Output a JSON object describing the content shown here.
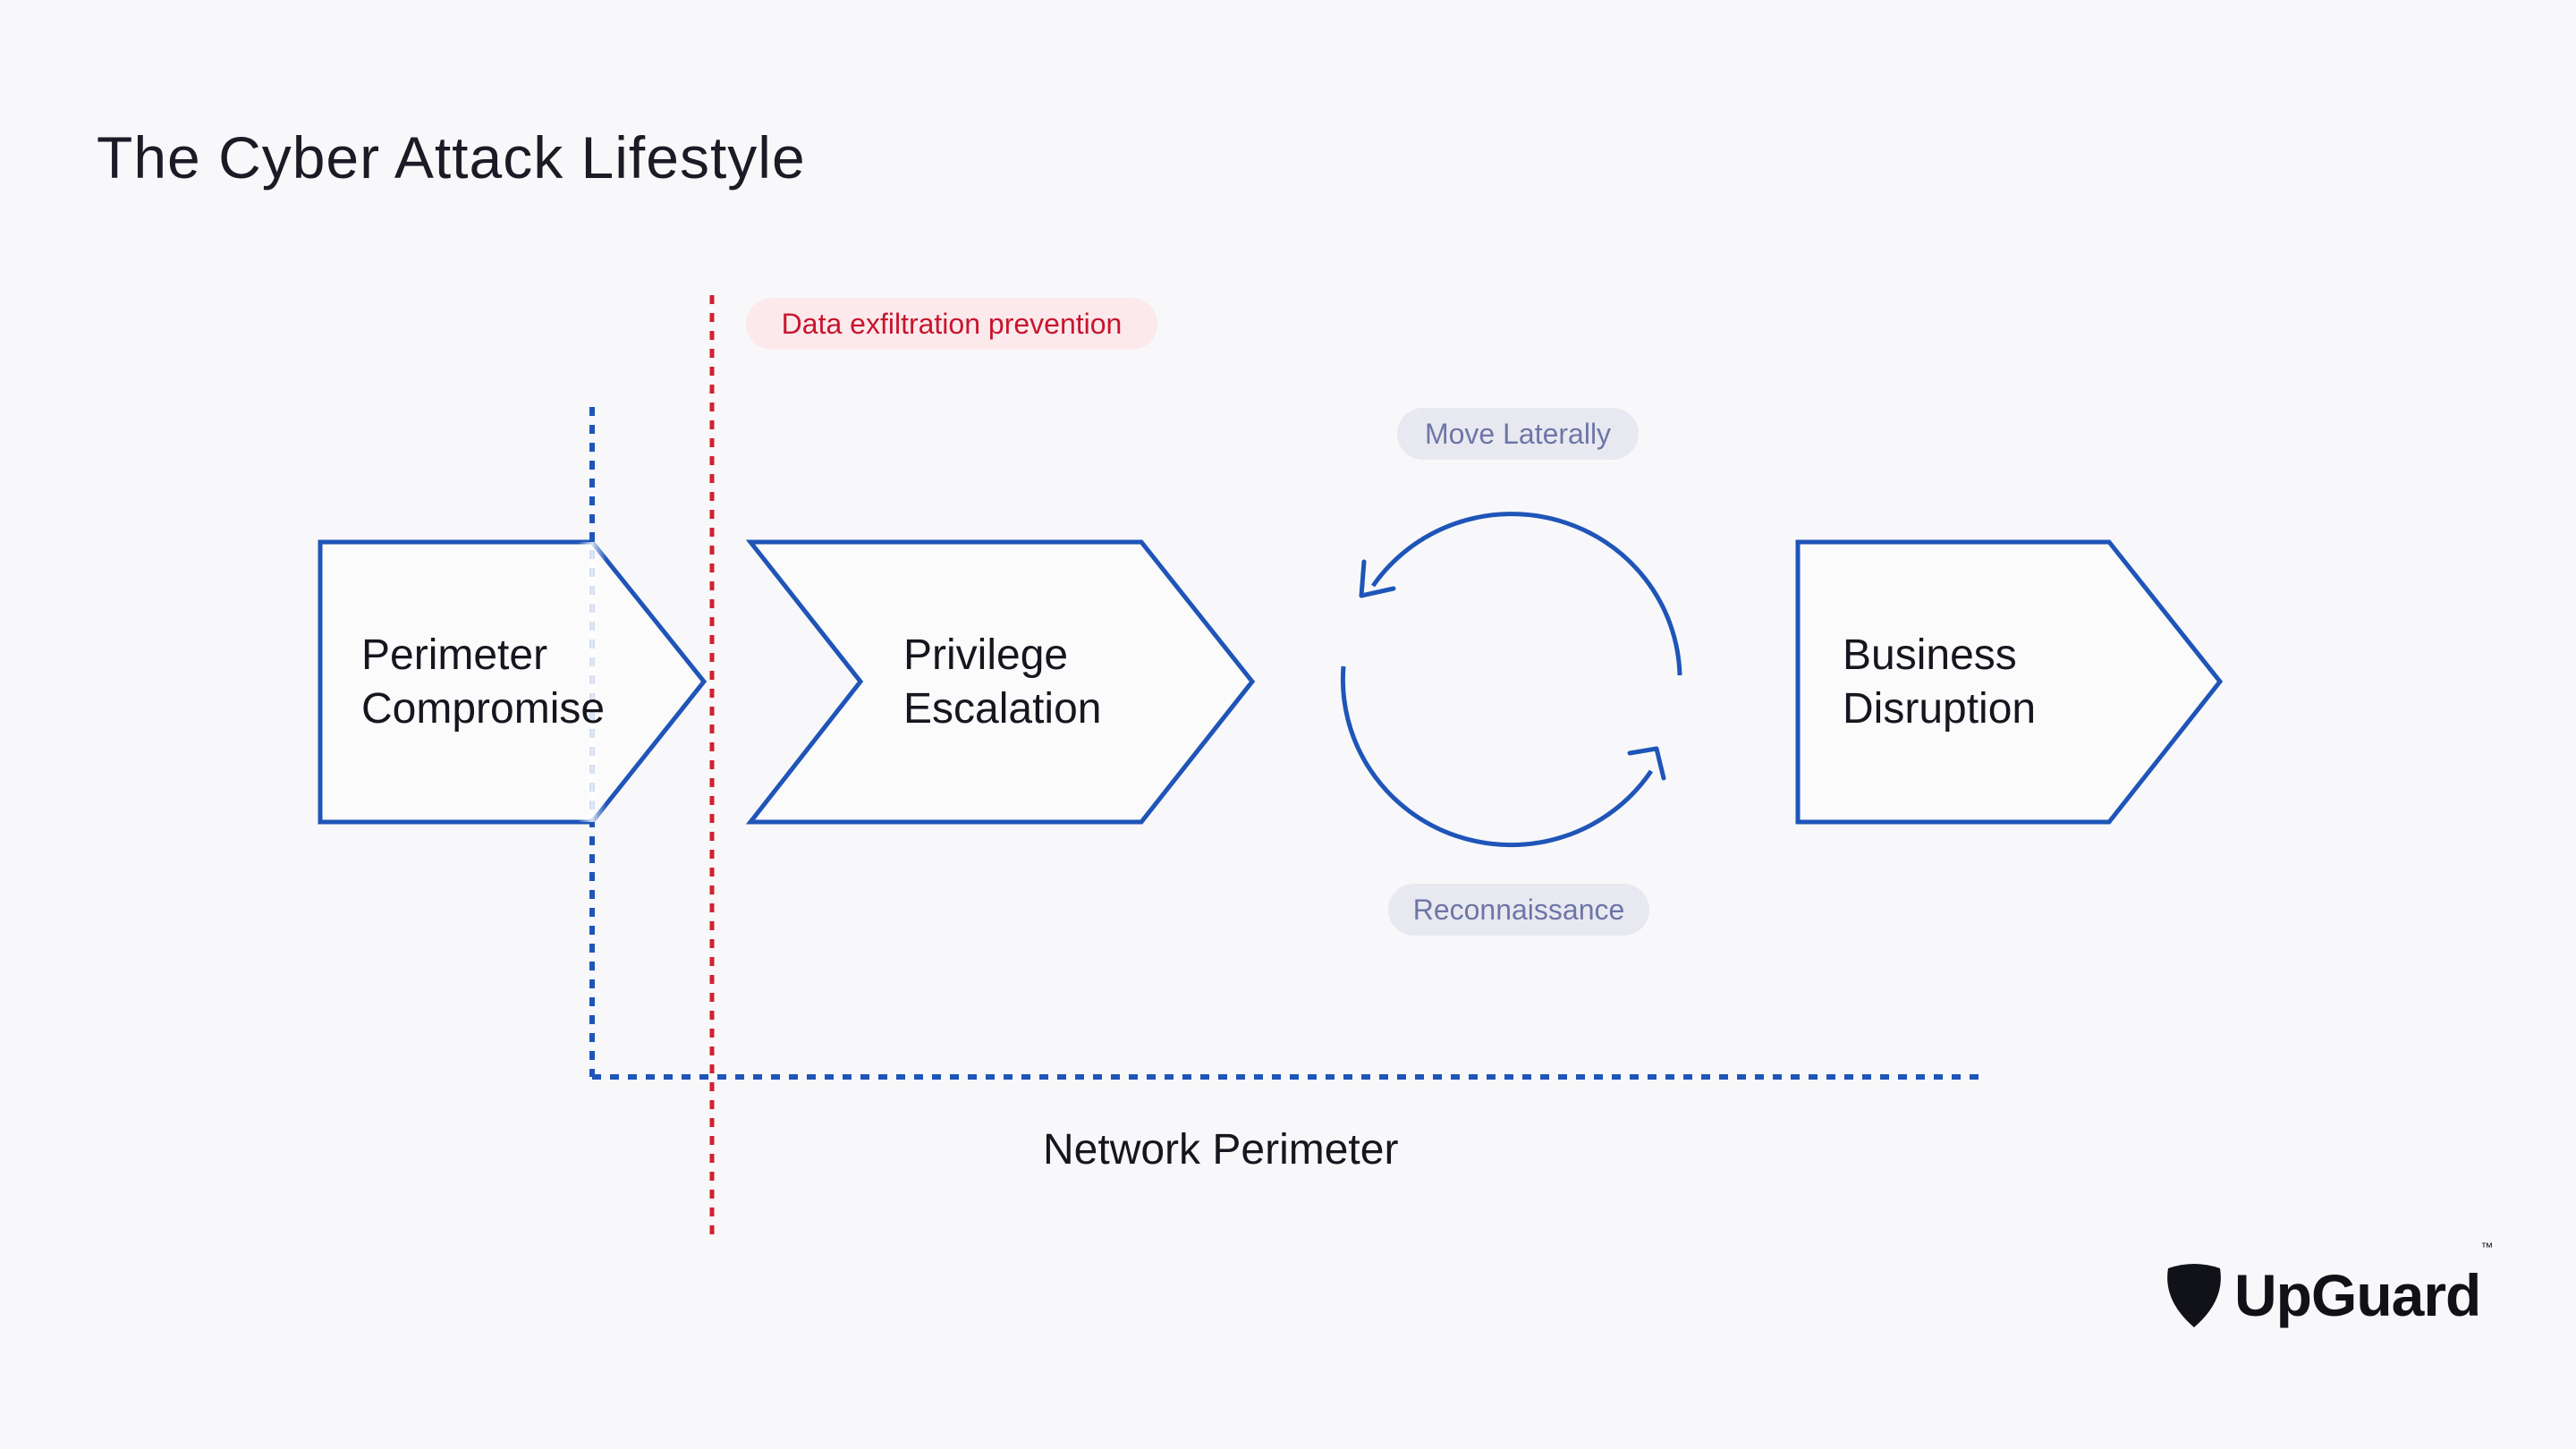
{
  "title": "The Cyber Attack Lifestyle",
  "steps": [
    {
      "line1": "Perimeter",
      "line2": "Compromise"
    },
    {
      "line1": "Privilege",
      "line2": "Escalation"
    },
    {
      "line1": "Business",
      "line2": "Disruption"
    }
  ],
  "prevention_label": "Data exfiltration prevention",
  "cycle": {
    "top_label": "Move Laterally",
    "bottom_label": "Reconnaissance"
  },
  "network_label": "Network Perimeter",
  "logo": {
    "name": "UpGuard",
    "tm": "™"
  },
  "colors": {
    "blue": "#1f55b8",
    "red": "#d0222f",
    "background": "#f8f8fa"
  }
}
